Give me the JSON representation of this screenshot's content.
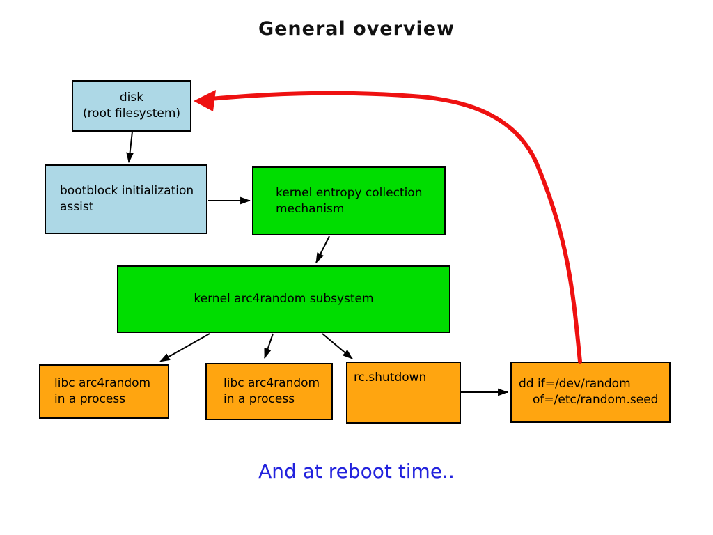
{
  "title": "General overview",
  "footer": "And at reboot time..",
  "nodes": {
    "disk": {
      "line1": "disk",
      "line2": "(root filesystem)",
      "type": "storage"
    },
    "bootblock": {
      "line1": "bootblock initialization",
      "line2": "assist",
      "type": "boot"
    },
    "entropy": {
      "line1": "kernel entropy collection",
      "line2": "mechanism",
      "type": "kernel"
    },
    "arc4random": {
      "line1": "kernel arc4random subsystem",
      "type": "kernel"
    },
    "libc1": {
      "line1": "libc arc4random",
      "line2": "in a process",
      "type": "consumer"
    },
    "libc2": {
      "line1": "libc arc4random",
      "line2": "in a process",
      "type": "consumer"
    },
    "rc_shutdown": {
      "line1": "rc.shutdown",
      "type": "consumer"
    },
    "dd": {
      "line1": "dd if=/dev/random",
      "line2": "of=/etc/random.seed",
      "type": "consumer"
    }
  },
  "edges": [
    {
      "from": "disk",
      "to": "bootblock",
      "style": "black-thin"
    },
    {
      "from": "bootblock",
      "to": "entropy",
      "style": "black-thin"
    },
    {
      "from": "entropy",
      "to": "arc4random",
      "style": "black-thin"
    },
    {
      "from": "arc4random",
      "to": "libc1",
      "style": "black-thin"
    },
    {
      "from": "arc4random",
      "to": "libc2",
      "style": "black-thin"
    },
    {
      "from": "arc4random",
      "to": "rc_shutdown",
      "style": "black-thin"
    },
    {
      "from": "rc_shutdown",
      "to": "dd",
      "style": "black-thin"
    },
    {
      "from": "dd",
      "to": "disk",
      "style": "red-thick-curve"
    }
  ],
  "colors": {
    "box_blue": "#add8e6",
    "box_green": "#00dd00",
    "box_orange": "#ffa510",
    "arrow_black": "#000000",
    "arrow_red": "#ee1111",
    "footer_blue": "#2222dd",
    "background": "#ffffff"
  }
}
